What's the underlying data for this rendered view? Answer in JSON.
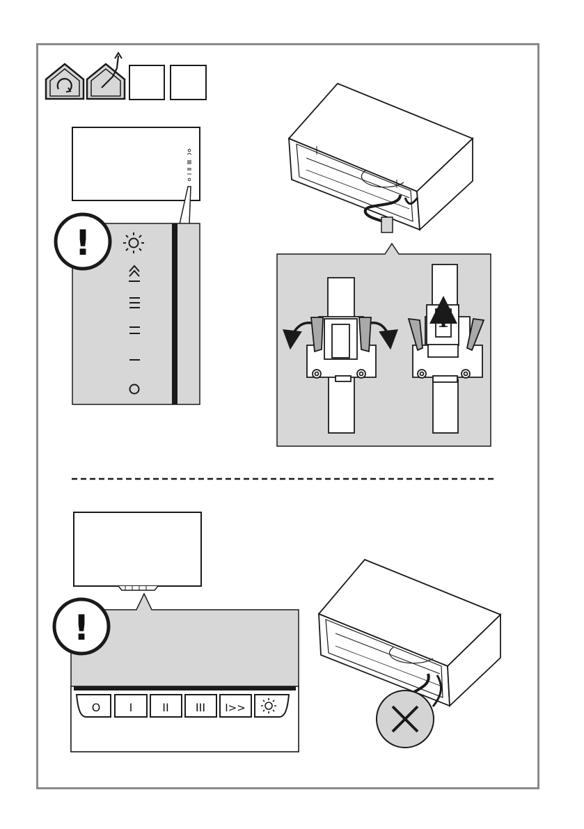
{
  "colors": {
    "frame": "#8a8a8a",
    "panel_gray": "#d7d7d7",
    "ink": "#1a1a1a",
    "no_symbol_fill": "#d4d4d4"
  },
  "icons": {
    "mode_icons": [
      "recirculation-house-icon",
      "extraction-house-icon",
      "blank-mode-box",
      "blank-mode-box"
    ],
    "warning": "exclamation-circle-icon",
    "forbidden": "cross-circle-icon"
  },
  "top_section": {
    "warning_symbol": "!",
    "vertical_controls": [
      {
        "name": "light",
        "symbol": "light-icon"
      },
      {
        "name": "boost",
        "symbol": "boost-icon"
      },
      {
        "name": "speed-3",
        "symbol": "three-bars-icon"
      },
      {
        "name": "speed-2",
        "symbol": "two-bars-icon"
      },
      {
        "name": "speed-1",
        "symbol": "one-bar-icon"
      },
      {
        "name": "off",
        "symbol": "off-circle-icon"
      }
    ]
  },
  "bottom_section": {
    "warning_symbol": "!",
    "button_labels": [
      "O",
      "I",
      "II",
      "III",
      "I>>",
      "light"
    ]
  }
}
